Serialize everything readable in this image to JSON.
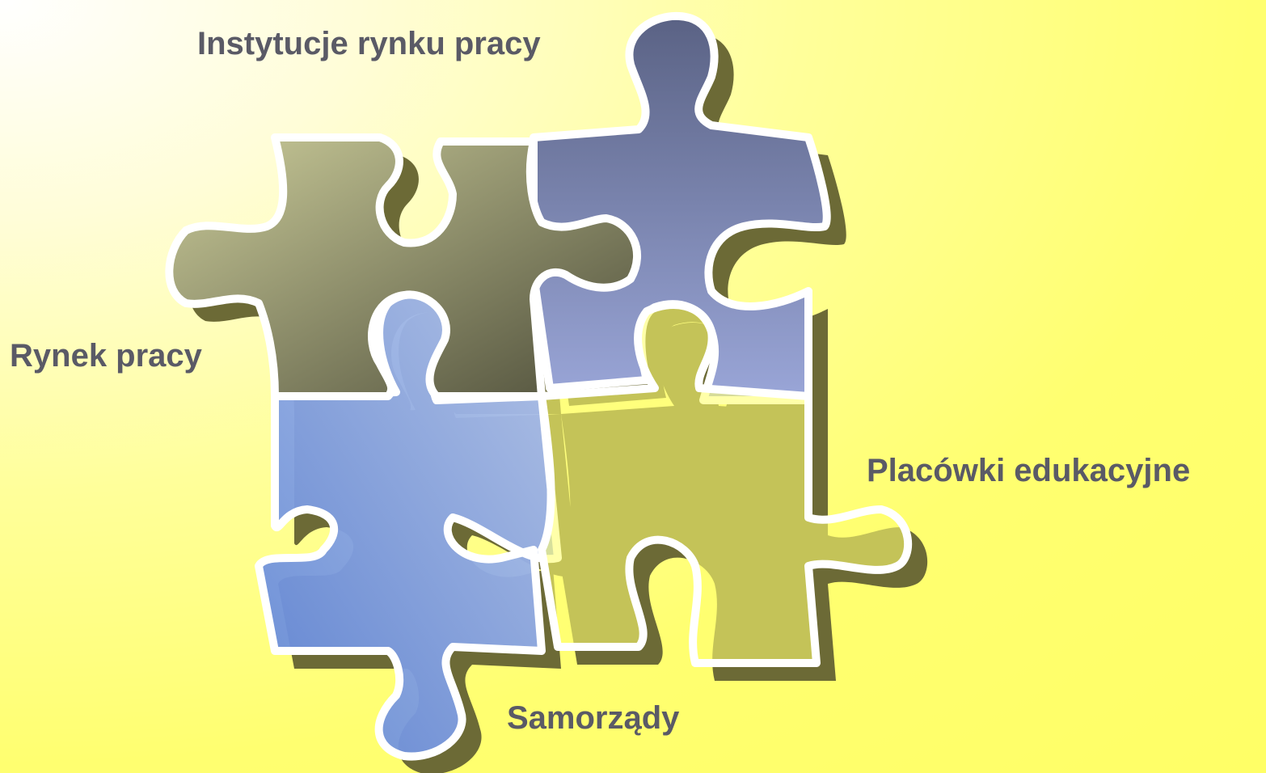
{
  "diagram": {
    "pieces": [
      {
        "id": "rynek",
        "label": "Rynek pracy",
        "color_start": "#cbcc9a",
        "color_end": "#4e4e3a"
      },
      {
        "id": "instytucje",
        "label": "Instytucje rynku pracy",
        "color_start": "#5a6284",
        "color_end": "#9aa6d8"
      },
      {
        "id": "samorzady",
        "label": "Samorządy",
        "color_start": "#5f85da",
        "color_end": "#b4c6ee"
      },
      {
        "id": "placowki",
        "label": "Placówki edukacyjne",
        "color_start": "#ffff70",
        "color_end": "#ffff70"
      }
    ],
    "colors": {
      "shadow": "#6c6a36",
      "outline": "#ffffff",
      "label_text": "#5a5a66"
    }
  }
}
